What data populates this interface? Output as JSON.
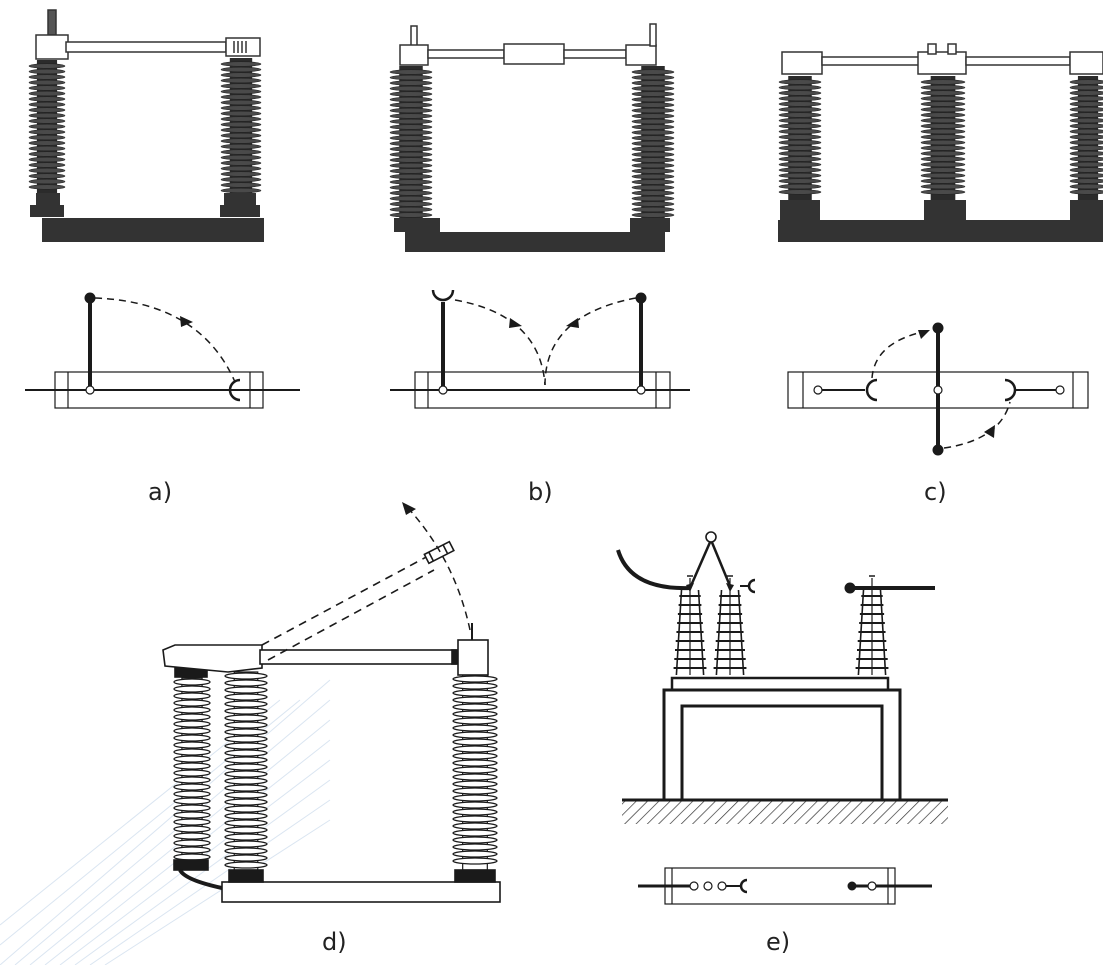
{
  "labels": {
    "a": "a)",
    "b": "b)",
    "c": "c)",
    "d": "d)",
    "e": "e)"
  },
  "colors": {
    "ink": "#1a1a1a",
    "insulator": "#4a4a4a",
    "base": "#333333",
    "background": "#ffffff",
    "watermark": "#bcd0e6"
  }
}
